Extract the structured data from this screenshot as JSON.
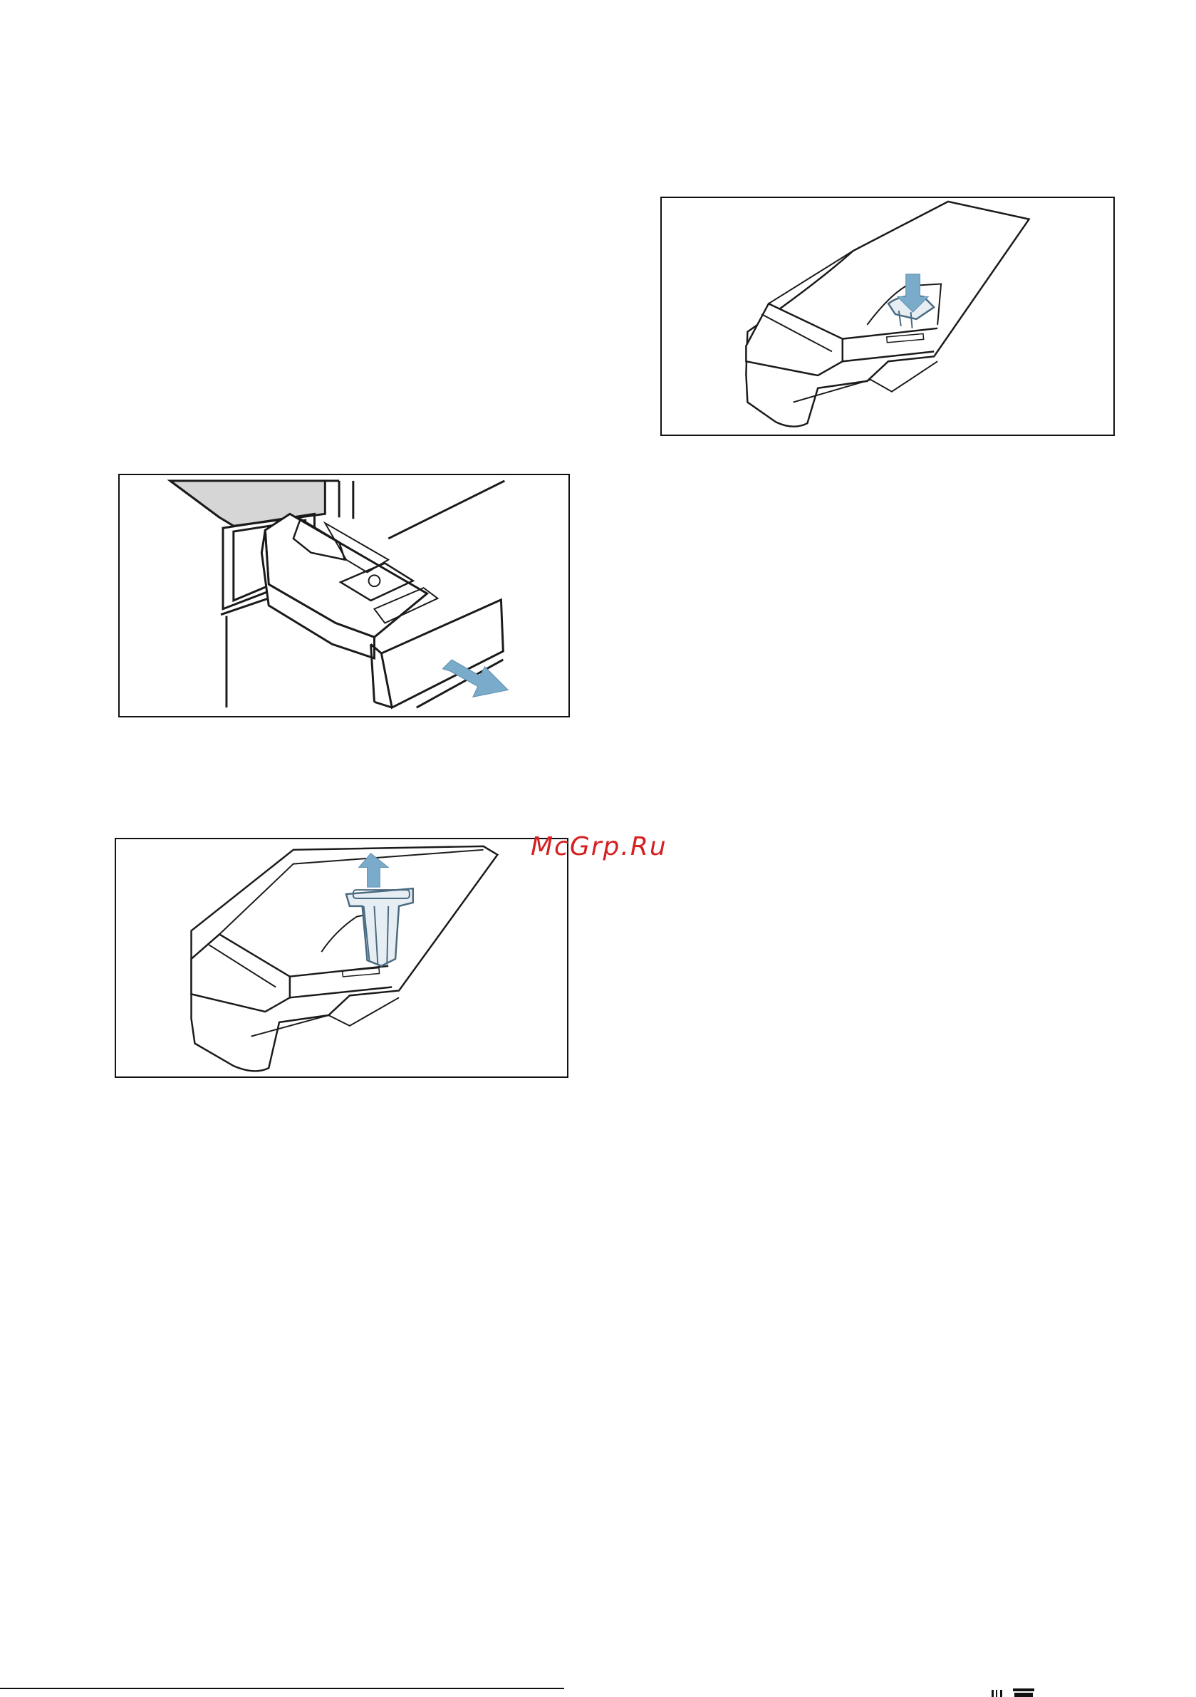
{
  "watermark": {
    "text": "McGrp.Ru"
  },
  "figures": [
    {
      "name": "detergent-drawer-pull-out",
      "arrow_color": "#7aabcb"
    },
    {
      "name": "siphon-insert-removal",
      "arrow_color": "#7aabcb"
    },
    {
      "name": "siphon-insert-reinstall",
      "arrow_color": "#7aabcb"
    }
  ],
  "colors": {
    "line": "#1a1a1a",
    "arrow": "#7aabcb",
    "panel_gray": "#d6d6d6",
    "watermark": "#d42020"
  }
}
